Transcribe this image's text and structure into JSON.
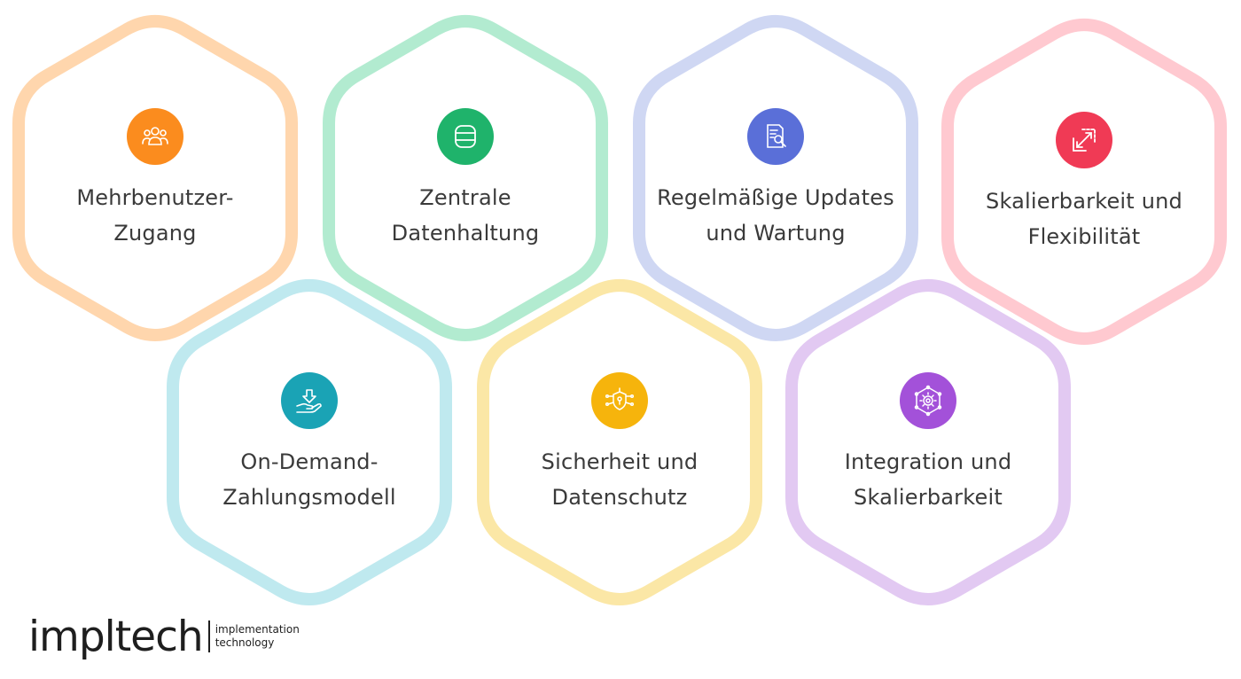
{
  "cards": [
    {
      "line1": "Mehrbenutzer-",
      "line2": "Zugang",
      "icon": "users-icon",
      "color": "#fb8c1e",
      "border": "#ffd6ad"
    },
    {
      "line1": "Zentrale",
      "line2": "Datenhaltung",
      "icon": "database-icon",
      "color": "#1fb36b",
      "border": "#b2ebd0"
    },
    {
      "line1": "Regelmäßige Updates",
      "line2": "und Wartung",
      "icon": "document-search-icon",
      "color": "#5a6fd8",
      "border": "#cfd7f3"
    },
    {
      "line1": "Skalierbarkeit und",
      "line2": "Flexibilität",
      "icon": "resize-icon",
      "color": "#f03a55",
      "border": "#ffc9d0"
    },
    {
      "line1": "On-Demand-",
      "line2": "Zahlungsmodell",
      "icon": "hand-download-icon",
      "color": "#1aa3b5",
      "border": "#bfe9ef"
    },
    {
      "line1": "Sicherheit und",
      "line2": "Datenschutz",
      "icon": "shield-network-icon",
      "color": "#f6b40c",
      "border": "#fbe7a6"
    },
    {
      "line1": "Integration und",
      "line2": "Skalierbarkeit",
      "icon": "network-gear-icon",
      "color": "#a351d9",
      "border": "#e2c9f2"
    }
  ],
  "logo": {
    "word": "impltech",
    "sub1": "implementation",
    "sub2": "technology"
  }
}
